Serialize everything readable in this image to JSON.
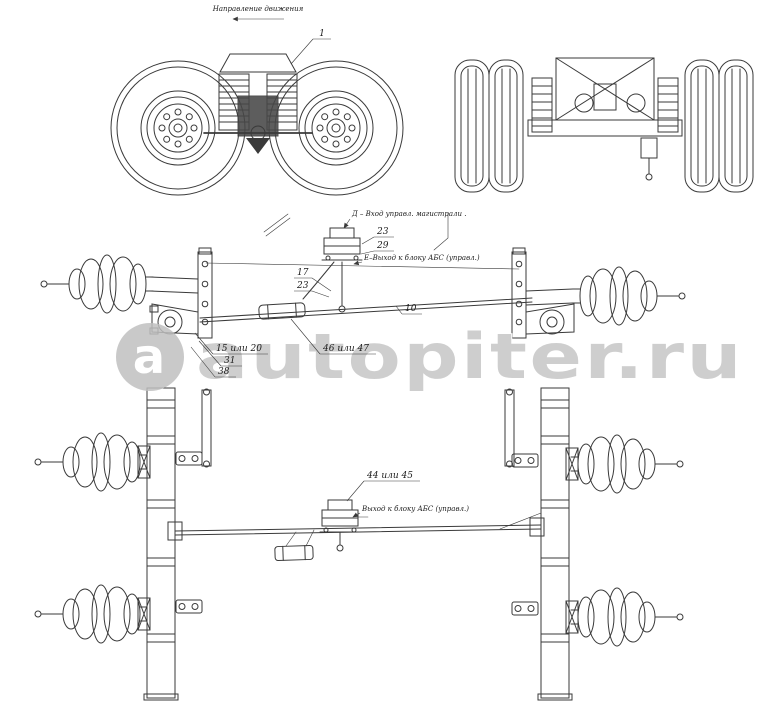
{
  "figure": {
    "background": "#ffffff",
    "line_color": "#3a3a3a",
    "watermark_color": "#c3c3c3"
  },
  "watermark": {
    "text": "autopiter.ru",
    "logo_letter": "a"
  },
  "top": {
    "direction_label": "Направление движения",
    "callout_1": "1"
  },
  "upper_schematic": {
    "d_input_label": "Д – Вход управл. магистрали .",
    "e_output_label": "Е–Выход к блоку АБС (управл.)",
    "frac1_num": "23",
    "frac1_den": "29",
    "frac2_num": "17",
    "frac2_den": "23",
    "rod_label": "10",
    "part_15_20": "15 или 20",
    "part_31": "31",
    "part_38": "38",
    "part_46_47": "46 или 47"
  },
  "lower_schematic": {
    "part_44_45": "44 или 45",
    "abs_output_label": "Выход к блоку АБС (управл.)"
  }
}
